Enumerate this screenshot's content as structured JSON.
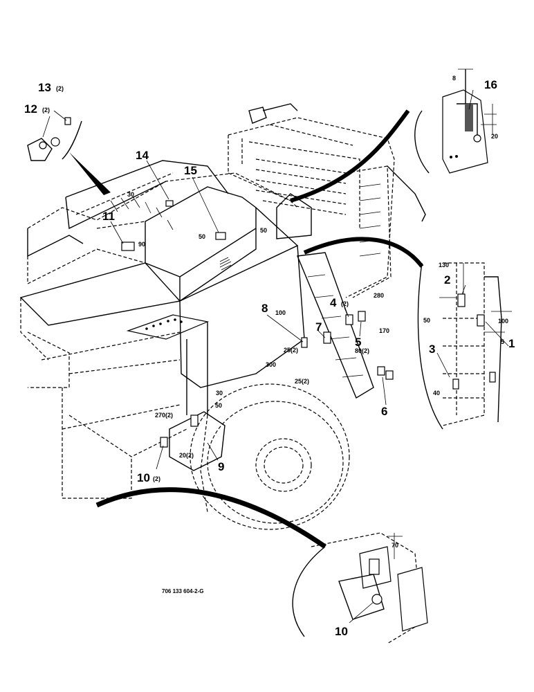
{
  "callouts": {
    "c1": "1",
    "c2": "2",
    "c3": "3",
    "c4": "4",
    "c4q": "(2)",
    "c5": "5",
    "c6": "6",
    "c7": "7",
    "c8": "8",
    "c9": "9",
    "c10a": "10",
    "c10aq": "(2)",
    "c10b": "10",
    "c11": "11",
    "c12": "12",
    "c12q": "(2)",
    "c13": "13",
    "c13q": "(2)",
    "c14": "14",
    "c15": "15",
    "c16": "16"
  },
  "dimensions": {
    "d8": "8",
    "d20": "20",
    "d30a": "30",
    "d90": "90",
    "d50a": "50",
    "d50b": "50",
    "d130": "130",
    "d50c": "50",
    "d100a": "100",
    "d5": "5",
    "d40": "40",
    "d280": "280",
    "d170": "170",
    "d80": "80(2)",
    "d100b": "100",
    "d25a": "25(2)",
    "d300": "300",
    "d25b": "25(2)",
    "d30b": "30",
    "d50d": "50",
    "d270": "270(2)",
    "d20b": "20(2)",
    "d70": "70"
  },
  "part_number": "706 133 604-2-G"
}
